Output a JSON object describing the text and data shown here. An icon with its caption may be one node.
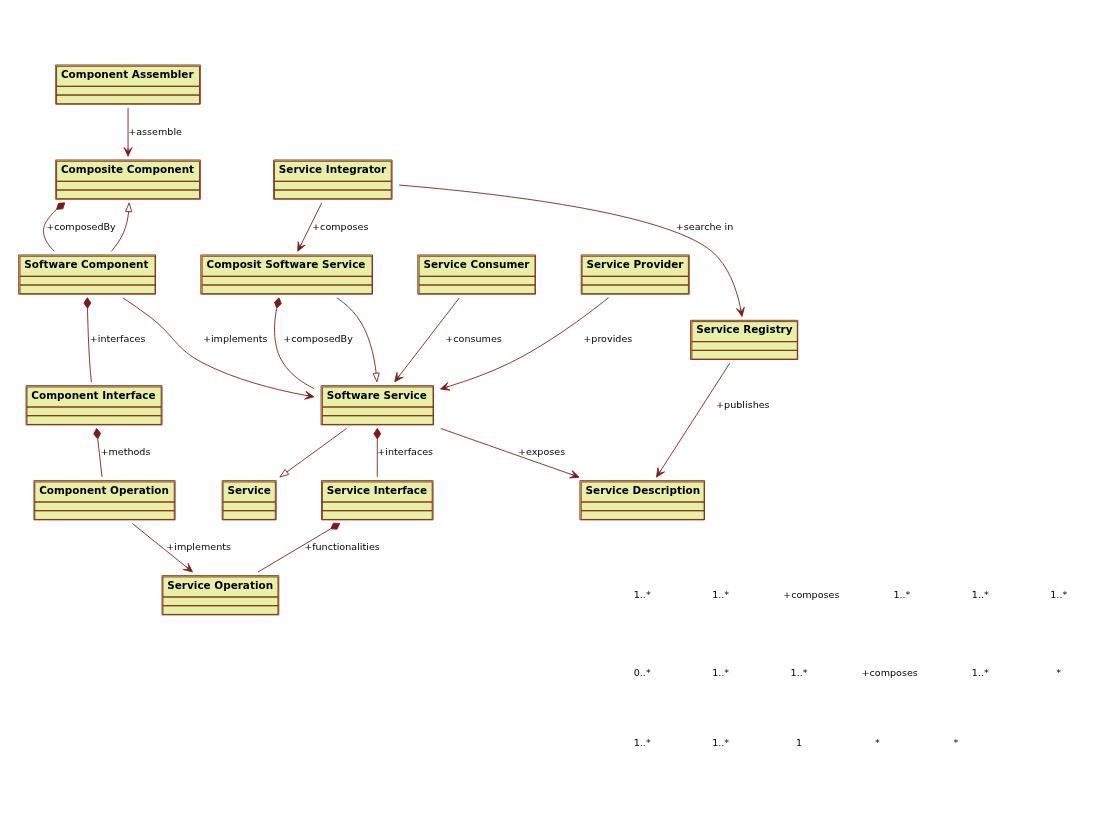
{
  "diagram": {
    "nodes": [
      {
        "text": [
          "Component Assembler"
        ]
      },
      {
        "text": [
          "Composite Component"
        ]
      },
      {
        "text": [
          "Component Interface"
        ]
      },
      {
        "text": [
          "Service"
        ]
      },
      {
        "text": [
          "Software Component"
        ]
      },
      {
        "text": [
          "Component Operation"
        ]
      },
      {
        "text": [
          "Service Consumer"
        ]
      },
      {
        "text": [
          "Service Interface"
        ]
      },
      {
        "text": [
          "Software Service"
        ]
      },
      {
        "text": [
          "Service Operation"
        ]
      },
      {
        "text": [
          "Service Provider"
        ]
      },
      {
        "text": [
          "Composit Software Service"
        ]
      },
      {
        "text": [
          "Service Integrator"
        ]
      },
      {
        "text": [
          "Service Description"
        ]
      },
      {
        "text": [
          "Service Registry"
        ]
      }
    ],
    "edges": [
      {
        "from": 0,
        "to": 1,
        "arrow": "to",
        "label": "+assemble"
      },
      {
        "from": 4,
        "to": 1,
        "arrow": "to"
      },
      {
        "from": 1,
        "to": 4,
        "arrow": "other",
        "label": "+composedBy"
      },
      {
        "from": 4,
        "to": 2,
        "arrow": "other",
        "label": "+interfaces"
      },
      {
        "from": 2,
        "to": 5,
        "arrow": "other",
        "label": "+methods"
      },
      {
        "from": 6,
        "to": 8,
        "arrow": "to",
        "label": "+consumes"
      },
      {
        "from": 8,
        "to": 3,
        "arrow": "to"
      },
      {
        "from": 4,
        "to": 8,
        "arrow": "to",
        "label": "+implements"
      },
      {
        "from": 8,
        "to": 7,
        "arrow": "other",
        "label": "+interfaces"
      },
      {
        "from": 7,
        "to": 9,
        "arrow": "other",
        "label": "+functionalities"
      },
      {
        "from": 5,
        "to": 9,
        "arrow": "to",
        "label": "+implements"
      },
      {
        "from": 11,
        "to": 8,
        "arrow": "other",
        "label": "+composedBy"
      },
      {
        "from": 11,
        "to": 8,
        "arrow": "to"
      },
      {
        "from": 10,
        "to": 8,
        "arrow": "to",
        "label": "+provides"
      },
      {
        "from": 8,
        "to": 13,
        "arrow": "to",
        "label": "+exposes"
      },
      {
        "from": 12,
        "to": 11,
        "arrow": "to",
        "label": "+composes"
      },
      {
        "from": 12,
        "to": 14,
        "arrow": "to",
        "label": "+searche in"
      },
      {
        "from": 14,
        "to": 13,
        "arrow": "to",
        "label": "+publishes"
      }
    ],
    "labels": [
      "1..*",
      "1..*",
      "+composes",
      "1..*",
      "1..*",
      "1..*",
      "0..*",
      "1..*",
      "1..*",
      "+composes",
      "1..*",
      "*",
      "1..*",
      "1..*",
      "1",
      "*",
      "*"
    ]
  }
}
